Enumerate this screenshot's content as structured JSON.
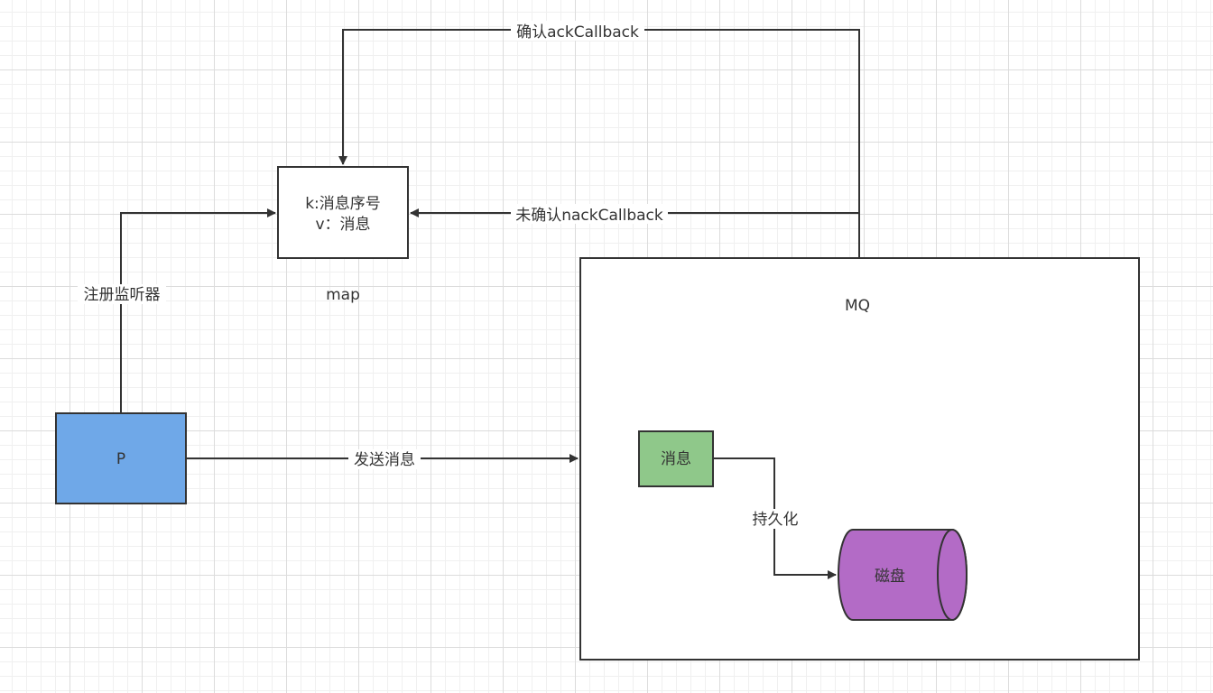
{
  "nodes": {
    "producer": {
      "label": "P",
      "fill": "#6fa8e8"
    },
    "map_box": {
      "line1": "k:消息序号",
      "line2": "v：消息"
    },
    "map_caption": "map",
    "mq": {
      "label": "MQ"
    },
    "message": {
      "label": "消息",
      "fill": "#8fc88a"
    },
    "disk": {
      "label": "磁盘",
      "fill": "#b36bc6"
    }
  },
  "edges": {
    "ack": "确认ackCallback",
    "nack": "未确认nackCallback",
    "register": "注册监听器",
    "send": "发送消息",
    "persist": "持久化"
  },
  "colors": {
    "stroke": "#333333",
    "grid": "#dcdcdc"
  }
}
